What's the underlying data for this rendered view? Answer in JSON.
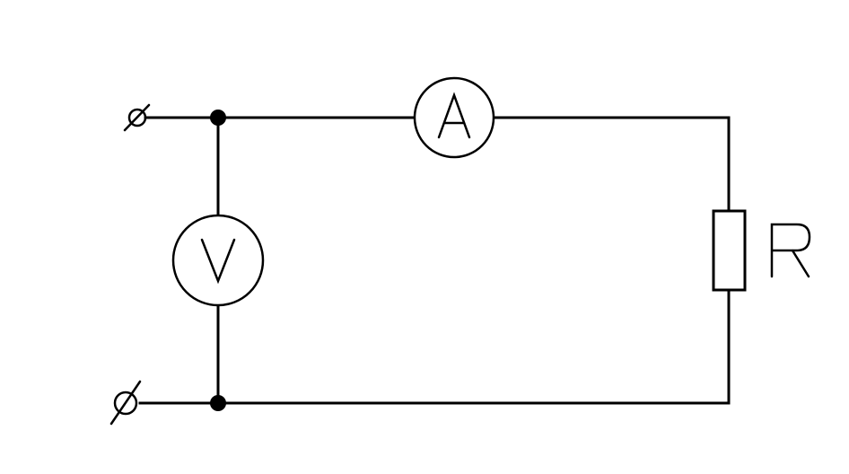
{
  "diagram": {
    "ammeter": {
      "label": "A"
    },
    "voltmeter": {
      "label": "V"
    },
    "resistor": {
      "label": "R"
    },
    "colors": {
      "line": "#000000",
      "background": "#ffffff"
    }
  }
}
